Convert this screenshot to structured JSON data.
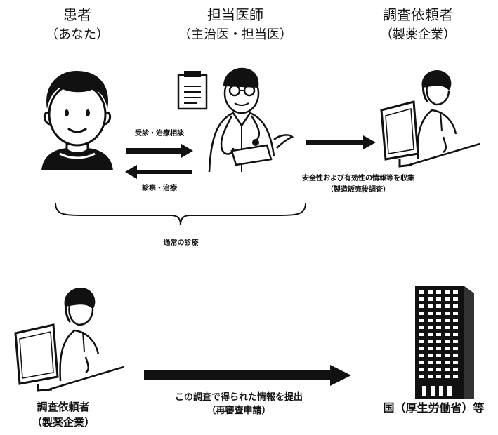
{
  "roles": {
    "patient": {
      "title": "患者",
      "subtitle": "（あなた）"
    },
    "doctor": {
      "title": "担当医師",
      "subtitle": "（主治医・担当医）"
    },
    "sponsor": {
      "title": "調査依頼者",
      "subtitle": "（製薬企業）"
    }
  },
  "flows": {
    "consult": "受診・治療相談",
    "treat": "診察・治療",
    "collect_line1": "安全性および有効性の情報等を収集",
    "collect_line2": "（製造販売後調査）",
    "normal_care": "通常の診療",
    "submit_line1": "この調査で得られた情報を提出",
    "submit_line2": "（再審査申請）"
  },
  "bottom": {
    "sponsor_title": "調査依頼者",
    "sponsor_subtitle": "（製薬企業）",
    "government": "国（厚生労働省）等"
  },
  "icons": [
    "patient-icon",
    "doctor-icon",
    "researcher-icon",
    "building-icon"
  ]
}
